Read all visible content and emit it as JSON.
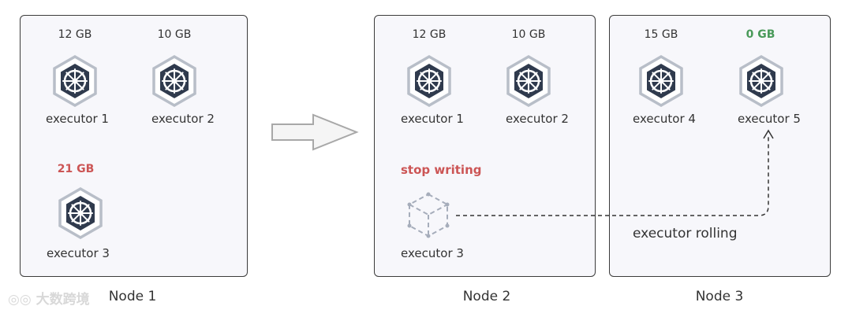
{
  "nodes": [
    {
      "label": "Node 1"
    },
    {
      "label": "Node 2"
    },
    {
      "label": "Node 3"
    }
  ],
  "node1": {
    "executors": [
      {
        "name": "executor 1",
        "mem": "12 GB"
      },
      {
        "name": "executor 2",
        "mem": "10 GB"
      },
      {
        "name": "executor 3",
        "mem": "21 GB"
      }
    ]
  },
  "node2": {
    "executors": [
      {
        "name": "executor 1",
        "mem": "12 GB"
      },
      {
        "name": "executor 2",
        "mem": "10 GB"
      },
      {
        "name": "executor 3"
      }
    ],
    "status": "stop writing"
  },
  "node3": {
    "executors": [
      {
        "name": "executor 4",
        "mem": "15 GB"
      },
      {
        "name": "executor 5",
        "mem": "0 GB"
      }
    ],
    "migration_label": "executor rolling"
  },
  "colors": {
    "icon_fill": "#2f3a4d",
    "icon_border": "#b8bec8",
    "warning": "#cc5555",
    "ok": "#4a9a5a"
  },
  "watermark": "大数跨境"
}
